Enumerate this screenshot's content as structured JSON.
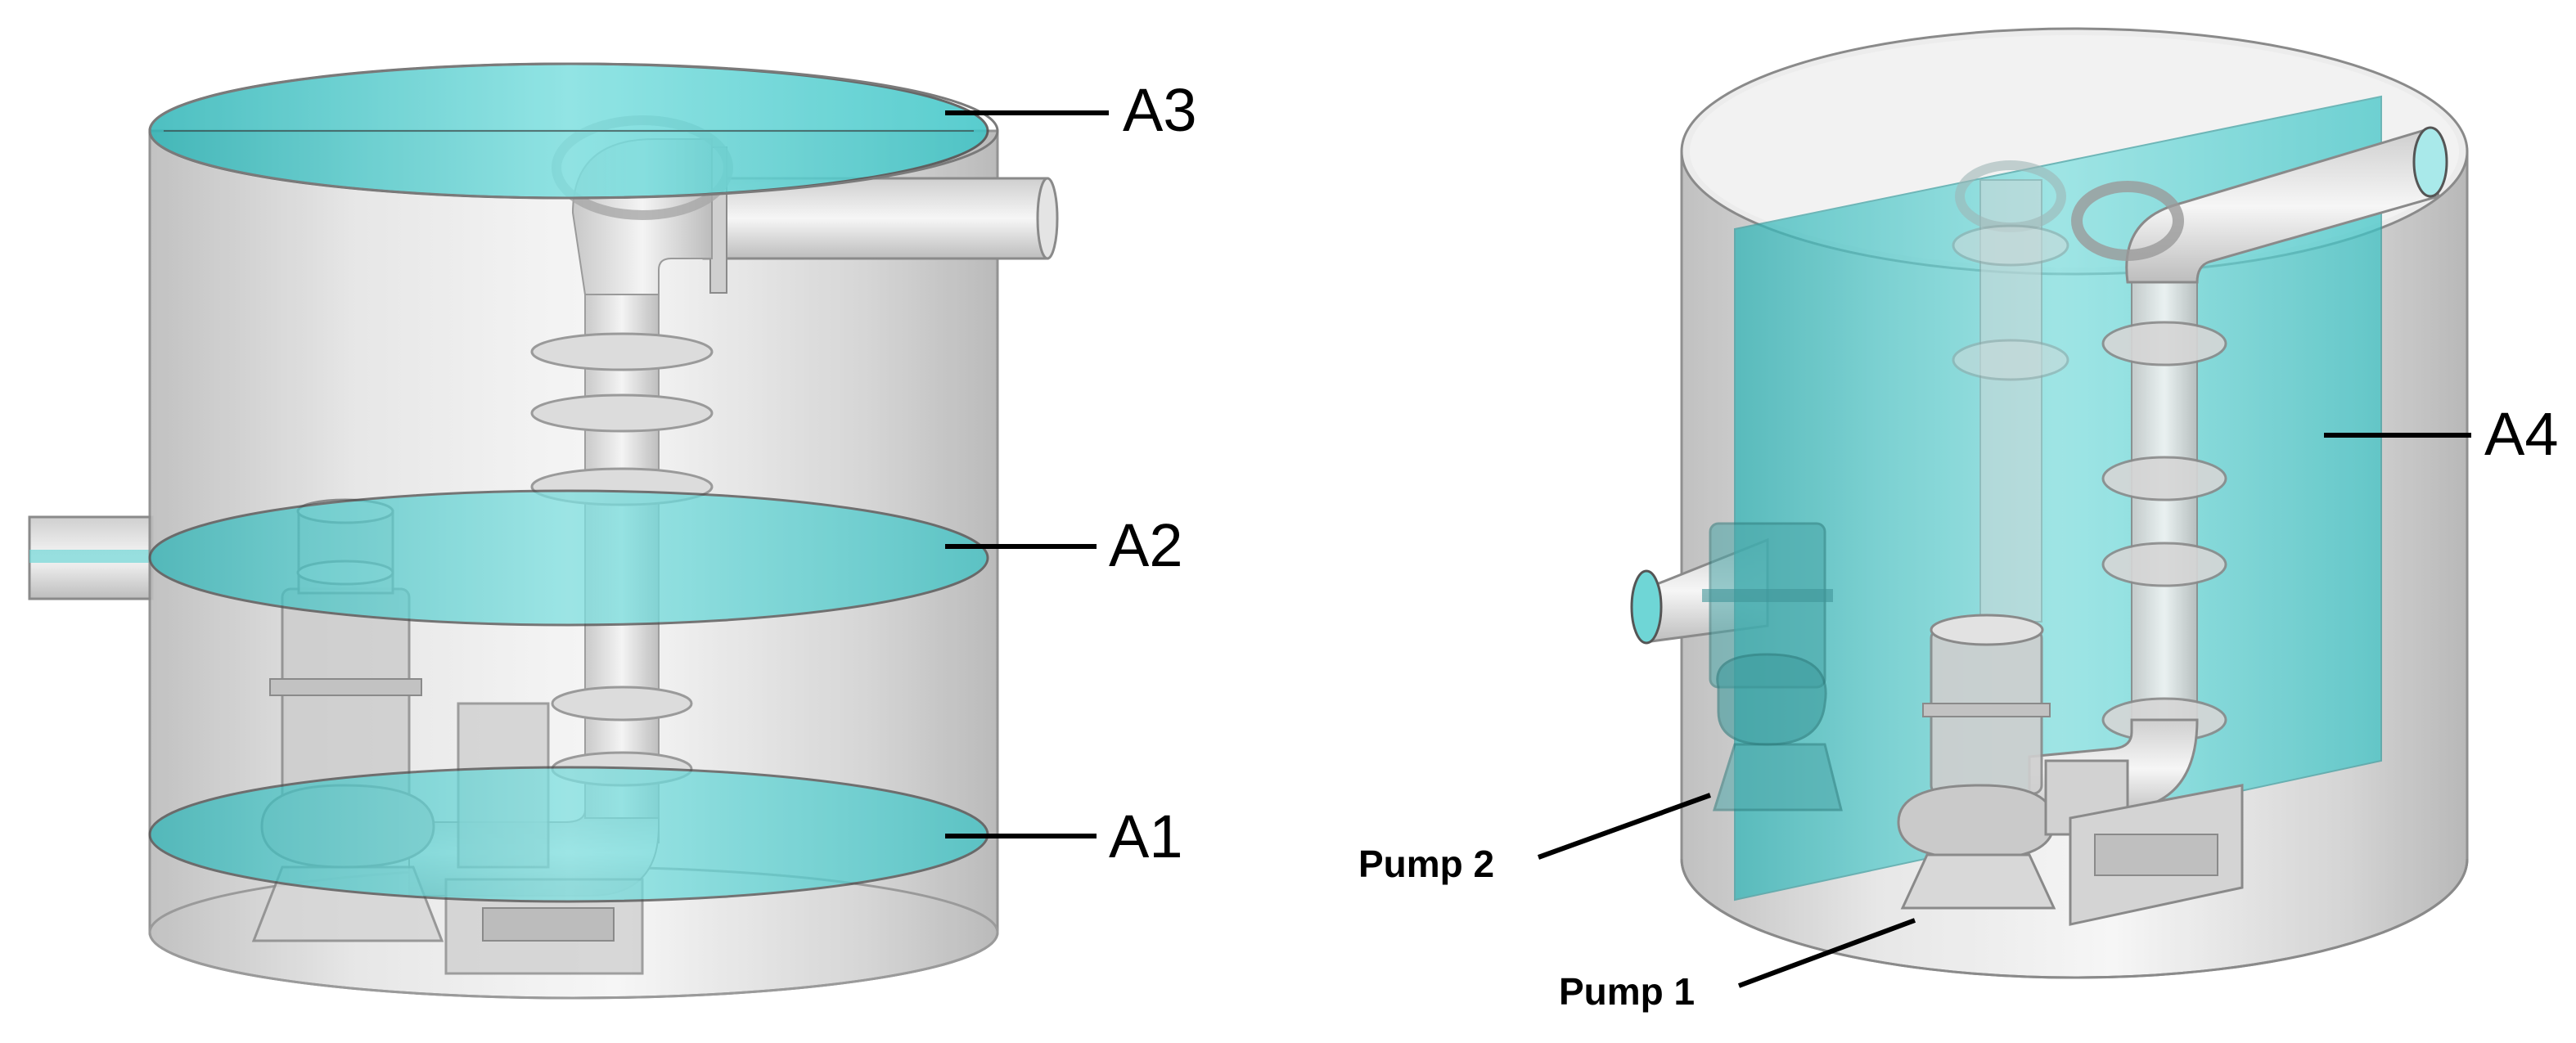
{
  "figure": {
    "left_view": {
      "labels": {
        "a3": "A3",
        "a2": "A2",
        "a1": "A1"
      }
    },
    "right_view": {
      "labels": {
        "a4": "A4",
        "pump2": "Pump 2",
        "pump1": "Pump 1"
      }
    }
  },
  "colors": {
    "background": "#ffffff",
    "tank_glass": "#d9d9d9",
    "tank_edge": "#8a8a8a",
    "section_plane": "#3ec9cb",
    "pipe": "#e8e8e8",
    "callout_line": "#000000"
  },
  "icons": []
}
